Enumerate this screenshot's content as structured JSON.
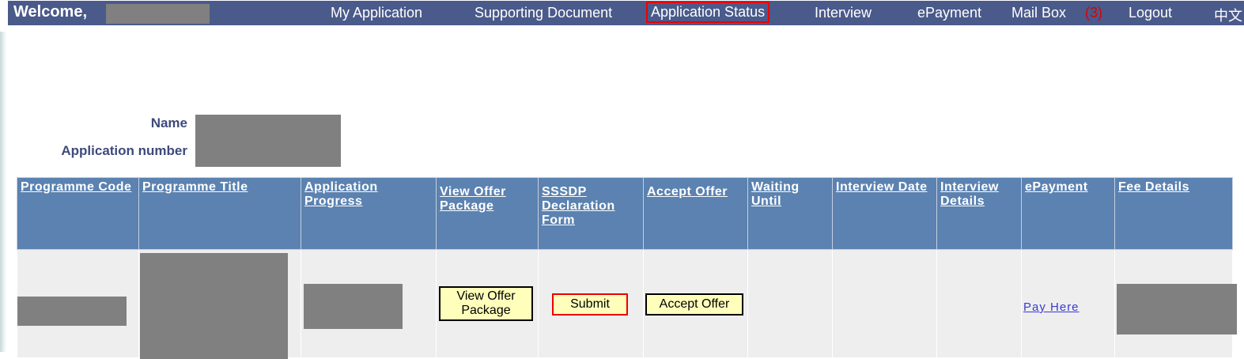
{
  "nav": {
    "welcome": "Welcome,",
    "items": [
      "My Application",
      "Supporting Document",
      "Application Status",
      "Interview",
      "ePayment",
      "Mail Box",
      "Logout",
      "中文"
    ],
    "mail_count": "(3)"
  },
  "info": {
    "name_label": "Name",
    "appno_label": "Application number"
  },
  "table": {
    "headers": [
      "Programme Code",
      "Programme Title",
      "Application Progress",
      "View Offer Package",
      "SSSDP Declaration Form",
      "Accept Offer",
      "Waiting Until",
      "Interview Date",
      "Interview Details",
      "ePayment",
      "Fee Details"
    ],
    "row": {
      "view_offer": "View Offer Package",
      "submit": "Submit",
      "accept": "Accept Offer",
      "pay": "Pay Here"
    }
  }
}
